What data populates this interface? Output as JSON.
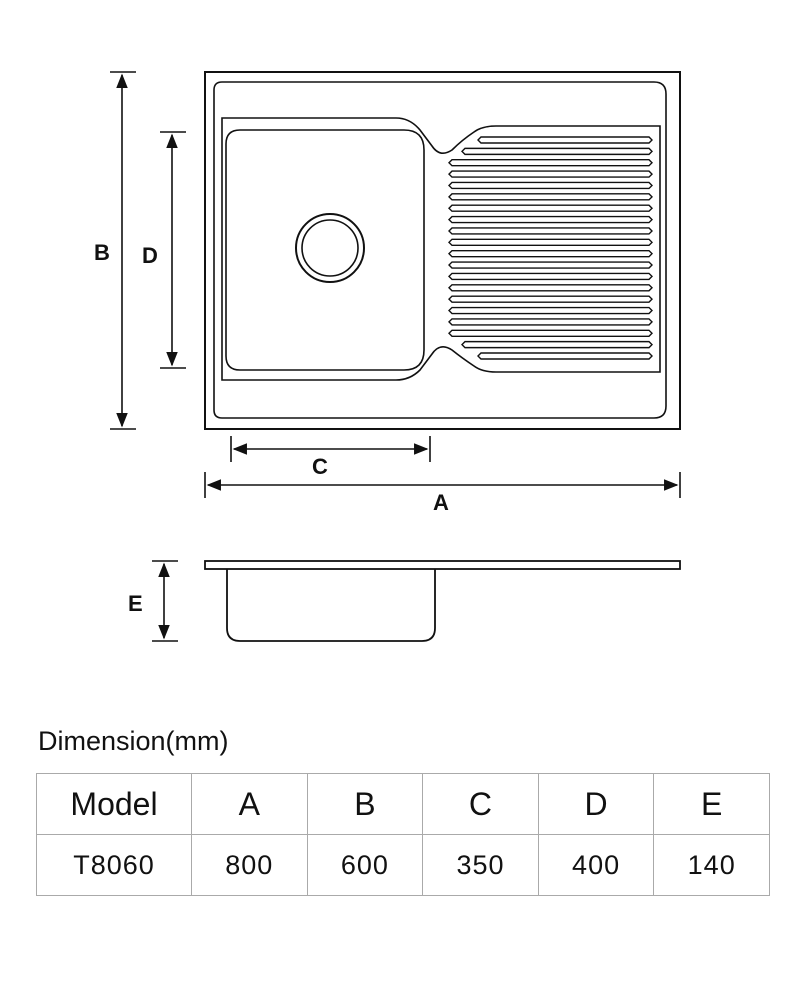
{
  "diagram": {
    "labels": {
      "A": "A",
      "B": "B",
      "C": "C",
      "D": "D",
      "E": "E"
    },
    "stroke_color": "#111111"
  },
  "table": {
    "title": "Dimension(mm)",
    "headers": [
      "Model",
      "A",
      "B",
      "C",
      "D",
      "E"
    ],
    "rows": [
      [
        "T8060",
        "800",
        "600",
        "350",
        "400",
        "140"
      ]
    ]
  }
}
